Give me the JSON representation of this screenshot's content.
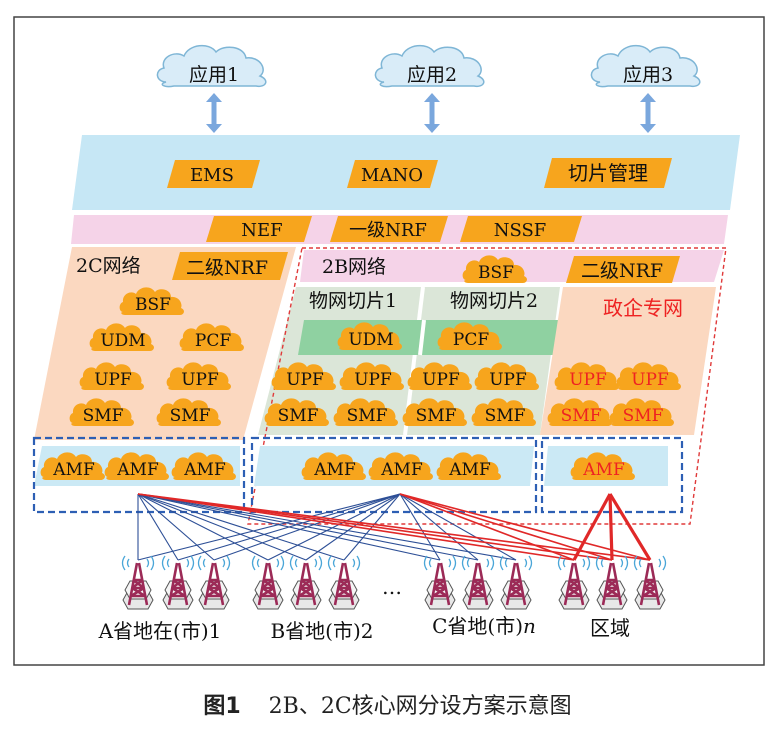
{
  "colors": {
    "cloud": "#d9ecf8",
    "mgmt_band": "#c6e7f5",
    "nrf_band": "#f5d3e8",
    "slice_2c": "#fbd8c0",
    "slice_2b_inner": "#dbe6d8",
    "slice_green": "#8fd1a1",
    "nf_orange": "#f7a51d",
    "amf_band": "#cbe9f5",
    "dashed_blue": "#2d5fb4",
    "dashed_red": "#e03a3a",
    "link_blue": "#2d4f96",
    "link_red": "#e02828",
    "tower": "#9c2a57",
    "text_red": "#ee2222"
  },
  "apps": [
    "应用1",
    "应用2",
    "应用3"
  ],
  "mgmt": [
    "EMS",
    "MANO",
    "切片管理"
  ],
  "nrf_row": [
    "NEF",
    "一级NRF",
    "NSSF"
  ],
  "net_2c": {
    "label": "2C网络",
    "nrf": "二级NRF",
    "bsf": "BSF",
    "udm": "UDM",
    "pcf": "PCF",
    "upf": "UPF",
    "smf": "SMF"
  },
  "net_2b": {
    "label": "2B网络",
    "bsf": "BSF",
    "nrf": "二级NRF",
    "slice1": "物网切片1",
    "slice2": "物网切片2",
    "gov": "政企专网",
    "udm": "UDM",
    "pcf": "PCF",
    "upf": "UPF",
    "smf": "SMF"
  },
  "amf": "AMF",
  "ellipsis": "…",
  "regions": {
    "a": "A省地在(市)1",
    "b": "B省地(市)2",
    "c_prefix": "C省地(市)",
    "c_n": "n",
    "zone": "区域"
  },
  "caption": {
    "fig": "图1",
    "text": "2B、2C核心网分设方案示意图"
  }
}
